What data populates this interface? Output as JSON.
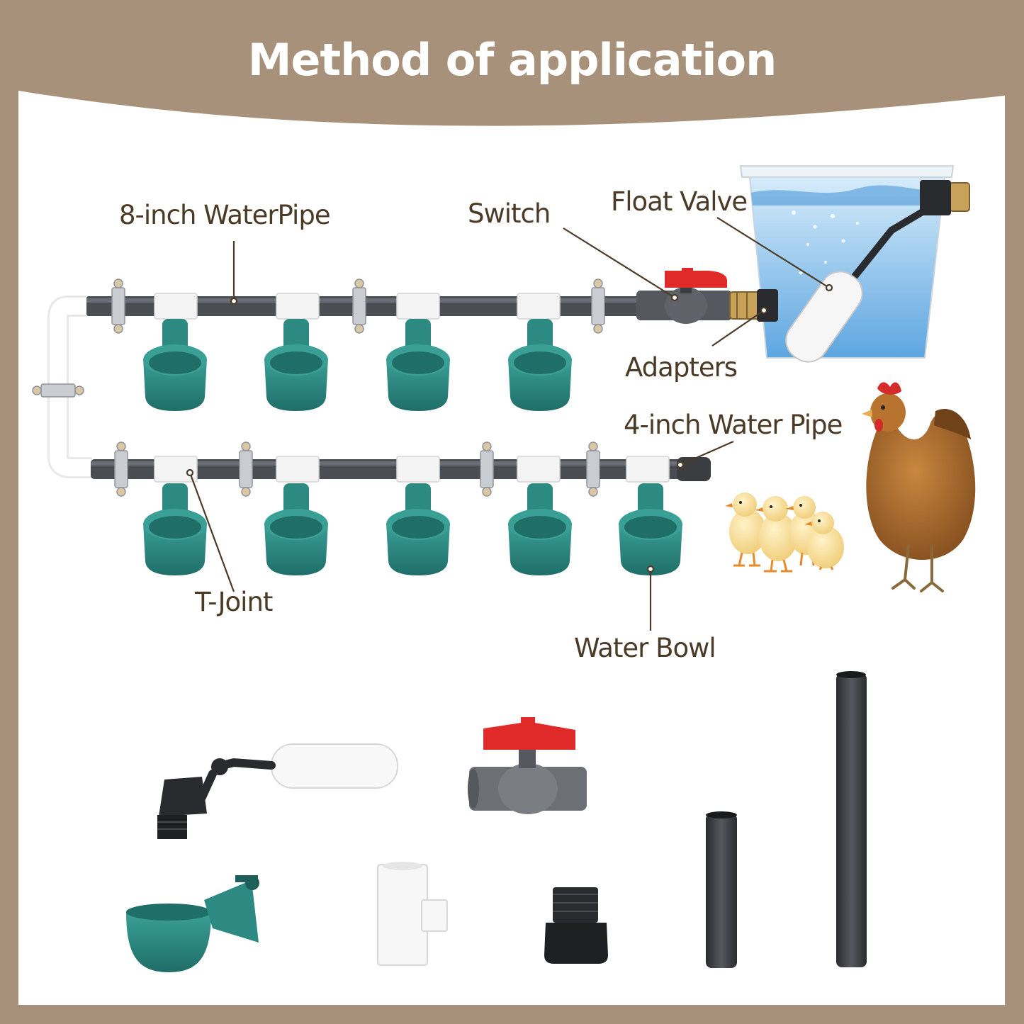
{
  "title": "Method of application",
  "colors": {
    "frame": "#a8917a",
    "panel": "#ffffff",
    "label_text": "#4a3a26",
    "pipe": "#4a4d52",
    "connector": "#f4f4f4",
    "bowl": "#2c8a82",
    "valve_handle": "#e02a2a",
    "water": "#8fc3ea"
  },
  "labels": {
    "water_pipe_8": "8-inch WaterPipe",
    "switch": "Switch",
    "float_valve": "Float Valve",
    "adapters": "Adapters",
    "water_pipe_4": "4-inch Water Pipe",
    "t_joint": "T-Joint",
    "water_bowl": "Water Bowl"
  },
  "icons": [
    "chicken-icon",
    "chick-icon",
    "bucket-icon",
    "float-valve-icon",
    "ball-valve-icon",
    "t-joint-icon",
    "adapter-icon",
    "pipe-icon",
    "water-bowl-icon"
  ]
}
